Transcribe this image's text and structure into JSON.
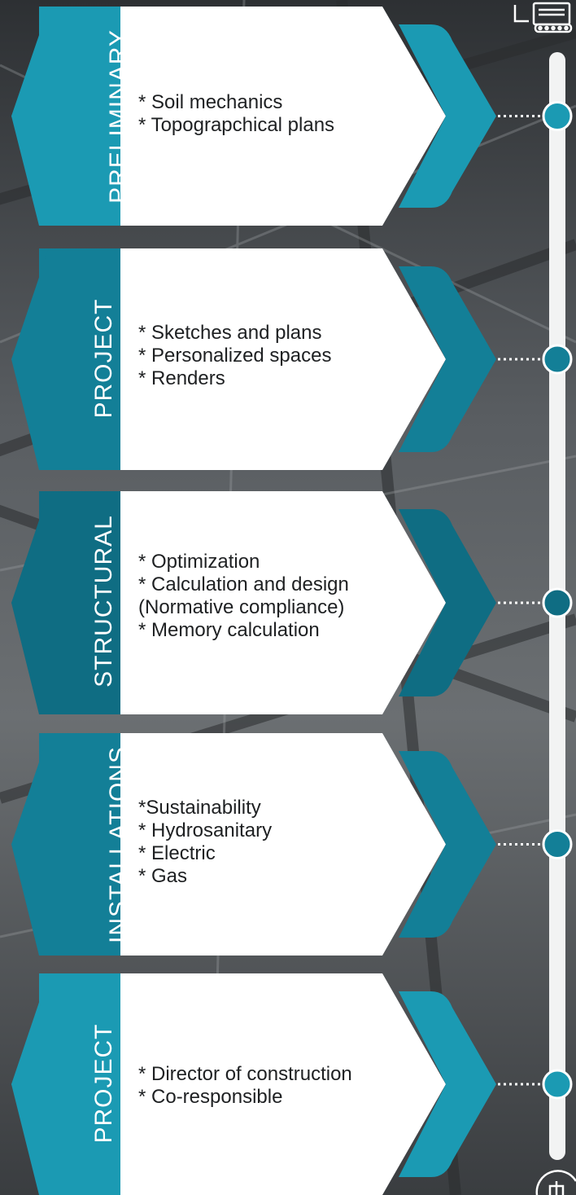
{
  "colors": {
    "teal": "#1b9ab3",
    "dark_teal": "#0f6d83",
    "mid_teal": "#137f97",
    "card": "#ffffff",
    "rail": "#f2f3f3"
  },
  "steps": [
    {
      "title": [
        "PRELIMINARY"
      ],
      "items": [
        "* Soil mechanics",
        "* Topograpchical plans"
      ],
      "accent": "#1b9ab3"
    },
    {
      "title": [
        "PROJECT",
        "ARCHITECTURAL"
      ],
      "items": [
        "* Sketches and plans",
        "* Personalized spaces",
        "* Renders"
      ],
      "accent": "#137f97"
    },
    {
      "title": [
        "STRUCTURAL",
        "PROJECT"
      ],
      "items": [
        "* Optimization",
        "* Calculation and design",
        "(Normative compliance)",
        "* Memory calculation"
      ],
      "accent": "#0f6d83"
    },
    {
      "title": [
        "INSTALLATIONS"
      ],
      "items": [
        "*Sustainability",
        "* Hydrosanitary",
        "* Electric",
        "* Gas"
      ],
      "accent": "#137f97"
    },
    {
      "title": [
        "PROJECT",
        "REVIEW"
      ],
      "items": [
        "* Director of construction",
        "* Co-responsible"
      ],
      "accent": "#1b9ab3"
    }
  ],
  "icons": {
    "top": "excavator-icon",
    "bottom": "helmet-icon"
  }
}
